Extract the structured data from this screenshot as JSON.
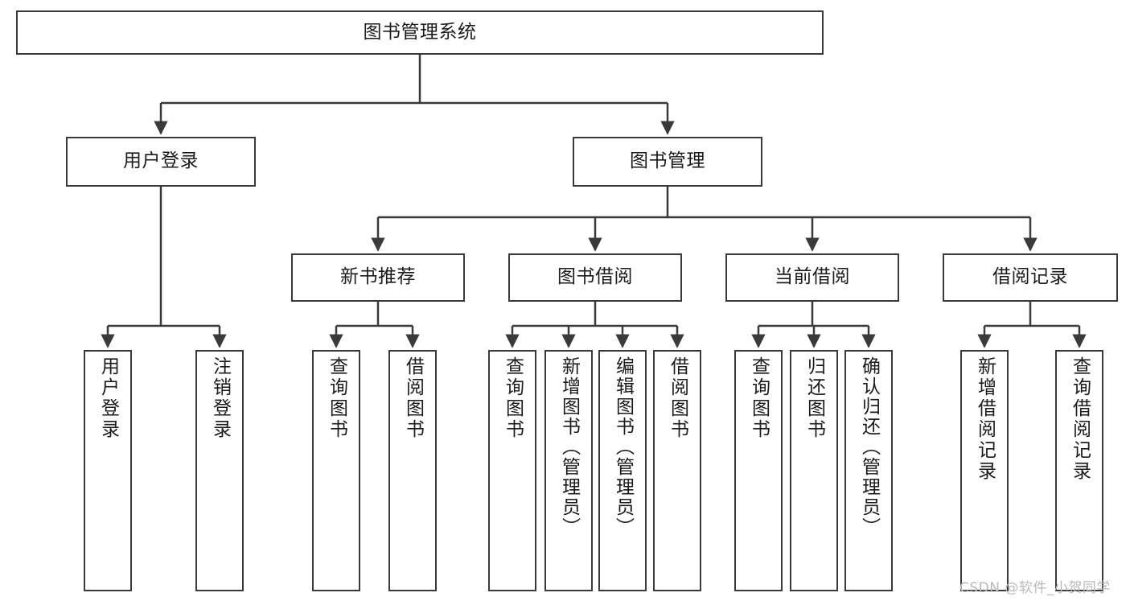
{
  "diagram": {
    "type": "hierarchy-tree",
    "title": "图书管理系统",
    "watermark": "CSDN @软件_小贺同学",
    "colors": {
      "stroke": "#3a3a3a",
      "fill": "#ffffff",
      "text": "#1b1b1b",
      "watermark": "#b9b9b9"
    },
    "nodes": {
      "root": {
        "label": "图书管理系统"
      },
      "level1": [
        {
          "label": "用户登录"
        },
        {
          "label": "图书管理"
        }
      ],
      "level2": [
        {
          "label": "新书推荐"
        },
        {
          "label": "图书借阅"
        },
        {
          "label": "当前借阅"
        },
        {
          "label": "借阅记录"
        }
      ],
      "leaves": {
        "user_login": [
          {
            "label": "用户登录"
          },
          {
            "label": "注销登录"
          }
        ],
        "new_books": [
          {
            "label": "查询图书"
          },
          {
            "label": "借阅图书"
          }
        ],
        "book_borrow": [
          {
            "label": "查询图书"
          },
          {
            "label": "新增图书（管理员）"
          },
          {
            "label": "编辑图书（管理员）"
          },
          {
            "label": "借阅图书"
          }
        ],
        "current_borrow": [
          {
            "label": "查询图书"
          },
          {
            "label": "归还图书"
          },
          {
            "label": "确认归还（管理员）"
          }
        ],
        "borrow_records": [
          {
            "label": "新增借阅记录"
          },
          {
            "label": "查询借阅记录"
          }
        ]
      }
    }
  }
}
